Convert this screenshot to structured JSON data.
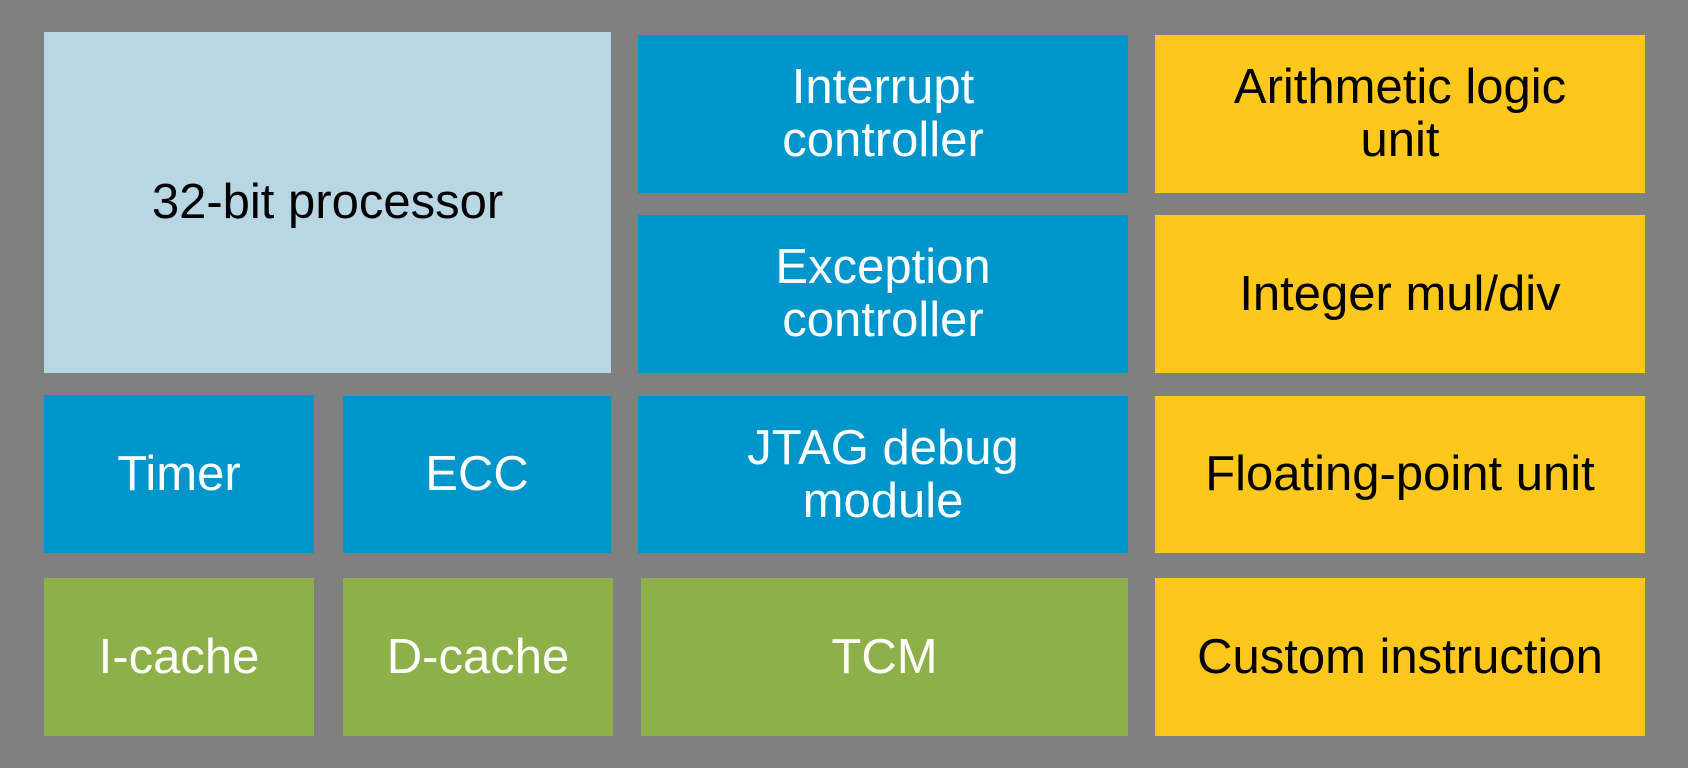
{
  "colors": {
    "background": "#808080",
    "processor": "#b8d6e4",
    "peripheral": "#0096cb",
    "memory": "#8db048",
    "compute": "#fdc71b",
    "text_dark": "#000000",
    "text_light": "#ffffff"
  },
  "blocks": [
    {
      "id": "processor",
      "label": "32-bit processor",
      "fill": "processor",
      "text": "text_dark"
    },
    {
      "id": "interrupt-controller",
      "label": "Interrupt\ncontroller",
      "fill": "peripheral",
      "text": "text_light"
    },
    {
      "id": "arithmetic-logic-unit",
      "label": "Arithmetic logic\nunit",
      "fill": "compute",
      "text": "text_dark"
    },
    {
      "id": "exception-controller",
      "label": "Exception\ncontroller",
      "fill": "peripheral",
      "text": "text_light"
    },
    {
      "id": "integer-mul-div",
      "label": "Integer mul/div",
      "fill": "compute",
      "text": "text_dark"
    },
    {
      "id": "timer",
      "label": "Timer",
      "fill": "peripheral",
      "text": "text_light"
    },
    {
      "id": "ecc",
      "label": "ECC",
      "fill": "peripheral",
      "text": "text_light"
    },
    {
      "id": "jtag-debug-module",
      "label": "JTAG debug\nmodule",
      "fill": "peripheral",
      "text": "text_light"
    },
    {
      "id": "floating-point-unit",
      "label": "Floating-point unit",
      "fill": "compute",
      "text": "text_dark"
    },
    {
      "id": "i-cache",
      "label": "I-cache",
      "fill": "memory",
      "text": "text_light"
    },
    {
      "id": "d-cache",
      "label": "D-cache",
      "fill": "memory",
      "text": "text_light"
    },
    {
      "id": "tcm",
      "label": "TCM",
      "fill": "memory",
      "text": "text_light"
    },
    {
      "id": "custom-instruction",
      "label": "Custom instruction",
      "fill": "compute",
      "text": "text_dark"
    }
  ]
}
